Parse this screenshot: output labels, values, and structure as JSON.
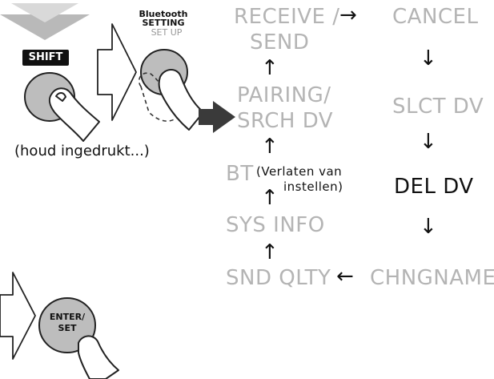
{
  "left_panel": {
    "shift_key": "SHIFT",
    "bt_button_lines": [
      "Bluetooth",
      "SETTING",
      "SET UP"
    ],
    "hold_note": "(houd ingedrukt...)",
    "enter_button_lines": [
      "ENTER/",
      "SET"
    ]
  },
  "menu_left_column": {
    "receive_send": [
      "RECEIVE /",
      "SEND"
    ],
    "pairing": [
      "PAIRING/",
      "SRCH DV"
    ],
    "bt": "BT",
    "bt_note": [
      "(Verlaten van",
      "instellen)"
    ],
    "sys_info": "SYS INFO",
    "snd_qlty": "SND QLTY"
  },
  "menu_right_column": {
    "cancel": "CANCEL",
    "slct_dv": "SLCT DV",
    "del_dv": "DEL DV",
    "chngname": "CHNGNAME"
  },
  "arrows": {
    "right": "→",
    "left": "←",
    "up": "↑",
    "down": "↓"
  },
  "colors": {
    "inactive_text": "#b4b4b4",
    "active_text": "#111111",
    "button_fill": "#bdbdbd",
    "accent_arrow": "#3a3a3a"
  }
}
